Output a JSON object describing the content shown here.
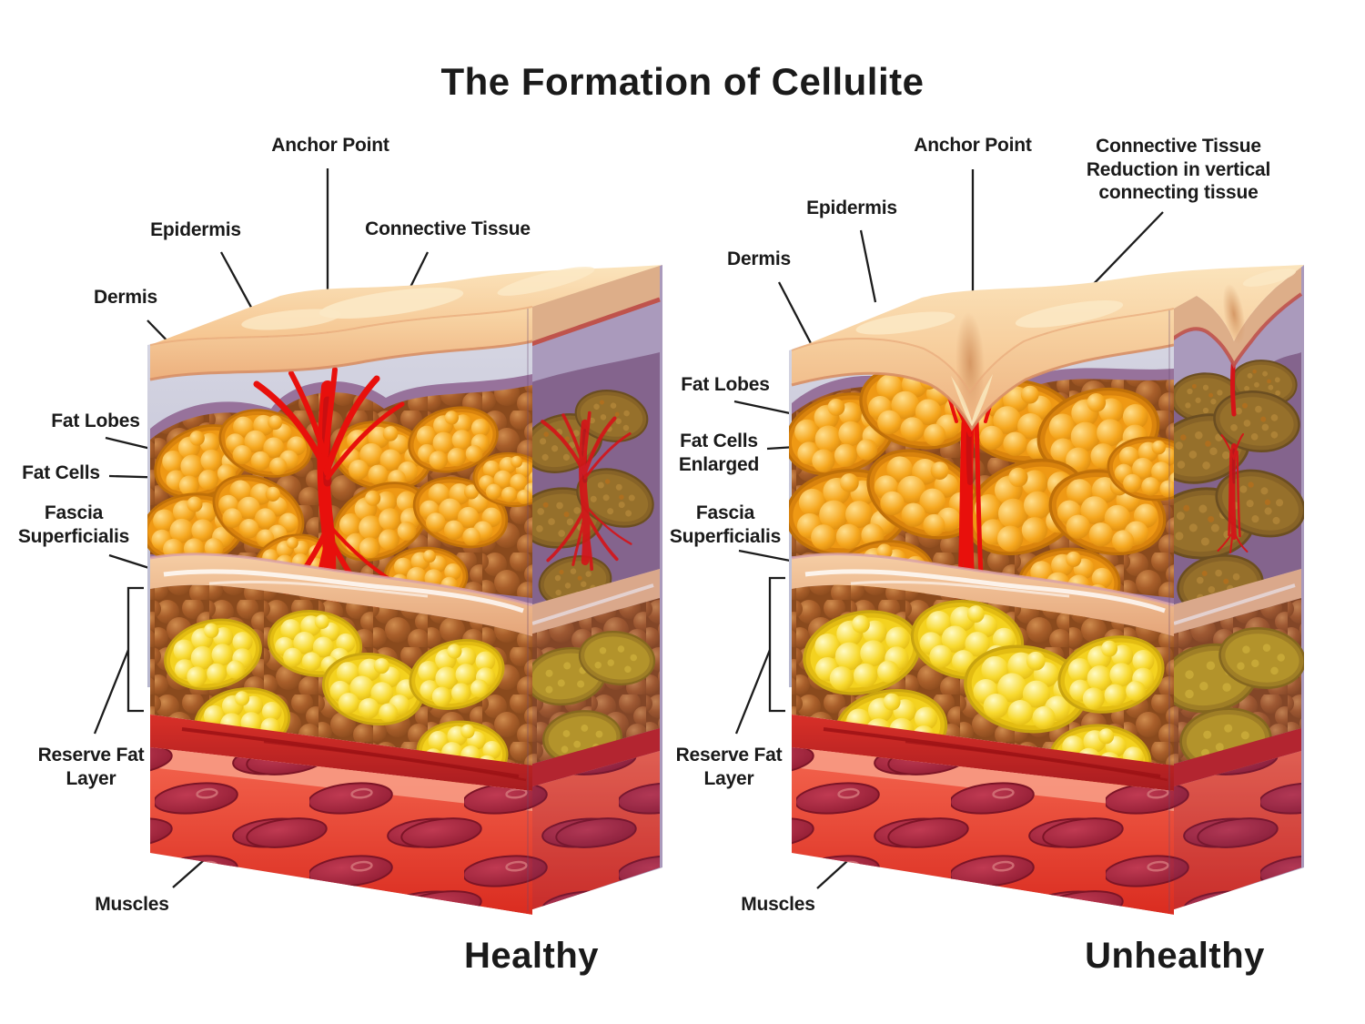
{
  "title": "The Formation of Cellulite",
  "healthy": {
    "caption": "Healthy",
    "labels": {
      "anchor_point": "Anchor Point",
      "epidermis": "Epidermis",
      "connective_tissue": "Connective Tissue",
      "dermis": "Dermis",
      "fat_lobes": "Fat Lobes",
      "fat_cells": "Fat Cells",
      "fascia_superficialis": "Fascia Superficialis",
      "reserve_fat_layer": "Reserve Fat Layer",
      "muscles": "Muscles"
    }
  },
  "unhealthy": {
    "caption": "Unhealthy",
    "labels": {
      "anchor_point": "Anchor Point",
      "connective_tissue_reduction": "Connective Tissue Reduction in vertical connecting tissue",
      "epidermis": "Epidermis",
      "dermis": "Dermis",
      "fat_lobes": "Fat Lobes",
      "fat_cells_enlarged": "Fat Cells Enlarged",
      "fascia_superficialis": "Fascia Superficialis",
      "reserve_fat_layer": "Reserve Fat Layer",
      "muscles": "Muscles"
    }
  },
  "palette": {
    "background": "#ffffff",
    "label_text": "#1a1a1a",
    "skin": "#f8d2a0",
    "epidermis_band": "#f3bd8b",
    "dermis": "#c8c8d8",
    "fat_matrix_purple": "#97729b",
    "fat_cell_brown": "#a05a28",
    "fat_lobe_orange": "#f09c17",
    "connective_tissue_red": "#e8100c",
    "fascia": "#f0c49c",
    "reserve_fat_yellow": "#f4d21f",
    "fascia_red_band": "#c9252b",
    "muscle": "#e23b2e",
    "muscle_cell": "#a02038"
  }
}
